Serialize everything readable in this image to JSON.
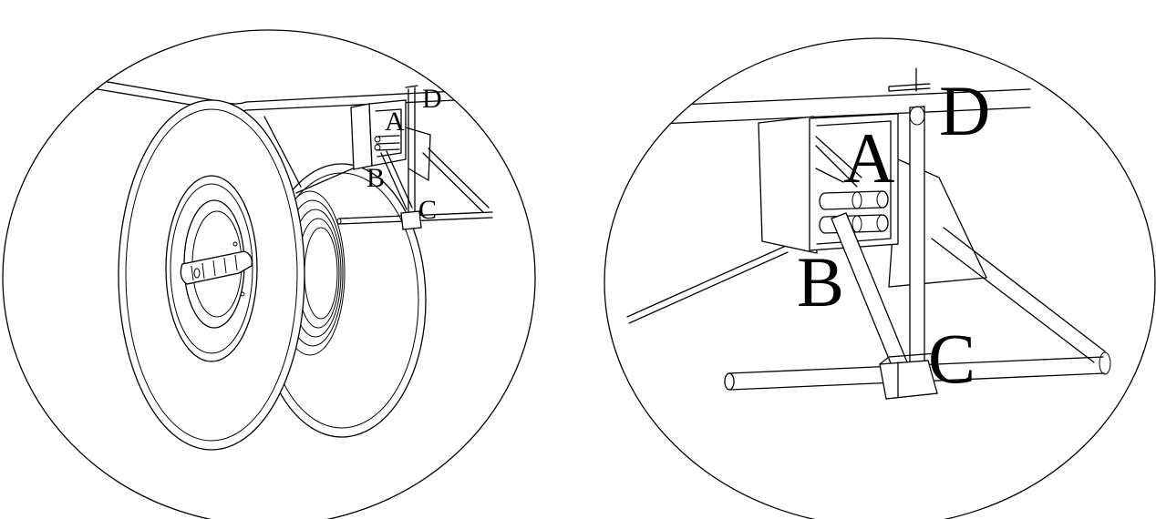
{
  "left_view": {
    "labels": {
      "a": "A",
      "b": "B",
      "c": "C",
      "d": "D"
    }
  },
  "right_view": {
    "labels": {
      "a": "A",
      "b": "B",
      "c": "C",
      "d": "D"
    }
  }
}
